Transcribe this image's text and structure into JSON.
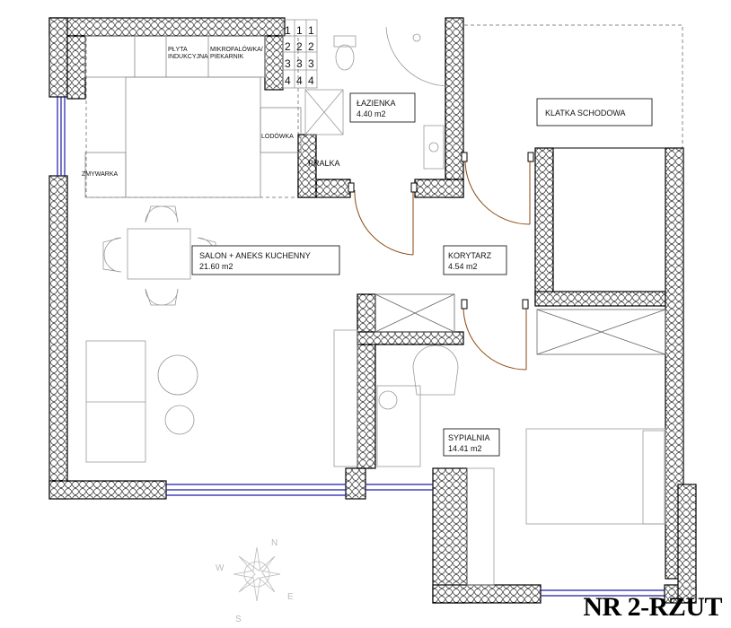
{
  "plan_title": "NR 2-RZUT",
  "rooms": {
    "salon": {
      "name": "SALON + ANEKS KUCHENNY",
      "area": "21.60 m2"
    },
    "lazienka": {
      "name": "ŁAZIENKA",
      "area": "4.40 m2"
    },
    "korytarz": {
      "name": "KORYTARZ",
      "area": "4.54 m2"
    },
    "sypialnia": {
      "name": "SYPIALNIA",
      "area": "14.41 m2"
    },
    "klatka": {
      "name": "KLATKA SCHODOWA"
    }
  },
  "fixtures": {
    "plyta_line1": "PŁYTA",
    "plyta_line2": "INDUKCYJNA",
    "mikro_line1": "MIKROFALÓWKA/",
    "mikro_line2": "PIEKARNIK",
    "lodowka": "LODÓWKA",
    "zmywarka": "ZMYWARKA",
    "pralka": "PRALKA"
  },
  "cabinet_numbers": [
    "1",
    "1",
    "1",
    "2",
    "2",
    "2",
    "3",
    "3",
    "3",
    "4",
    "4",
    "4"
  ],
  "compass": {
    "n": "N",
    "e": "E",
    "s": "S",
    "w": "W"
  },
  "colors": {
    "wall": "#000000",
    "window": "#1a1aa8",
    "door_swing": "#8a4a10",
    "dashed": "#888888",
    "furniture": "#999999"
  }
}
